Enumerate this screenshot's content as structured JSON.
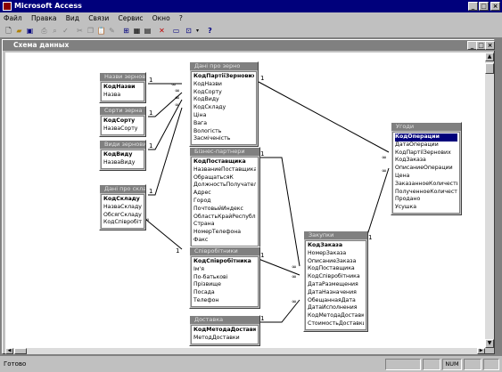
{
  "app": {
    "title": "Microsoft Access"
  },
  "menu": [
    "Файл",
    "Правка",
    "Вид",
    "Связи",
    "Сервис",
    "Окно",
    "?"
  ],
  "window": {
    "title": "Схема данных"
  },
  "tables": [
    {
      "id": "nazvy",
      "title": "Назви зернових",
      "fields": [
        {
          "name": "КодНазви",
          "key": true
        },
        {
          "name": "Назва"
        }
      ]
    },
    {
      "id": "sorty",
      "title": "Сорти зерна",
      "fields": [
        {
          "name": "КодСорту",
          "key": true
        },
        {
          "name": "НазваСорту"
        }
      ]
    },
    {
      "id": "vydy",
      "title": "Види зернових",
      "fields": [
        {
          "name": "КодВиду",
          "key": true
        },
        {
          "name": "НазваВиду"
        }
      ]
    },
    {
      "id": "sklady",
      "title": "Дані про склади",
      "fields": [
        {
          "name": "КодСкладу",
          "key": true
        },
        {
          "name": "НазваСкладу"
        },
        {
          "name": "ОбсягСкладу"
        },
        {
          "name": "КодСпівробітник"
        }
      ]
    },
    {
      "id": "zerno",
      "title": "Дані про зерно",
      "fields": [
        {
          "name": "КодПартіїЗернових",
          "key": true
        },
        {
          "name": "КодНазви"
        },
        {
          "name": "КодСорту"
        },
        {
          "name": "КодВиду"
        },
        {
          "name": "КодСкладу"
        },
        {
          "name": "Ціна"
        },
        {
          "name": "Вага"
        },
        {
          "name": "Вологість"
        },
        {
          "name": "Засміченість"
        }
      ]
    },
    {
      "id": "partnery",
      "title": "Бізнес-партнери",
      "fields": [
        {
          "name": "КодПоставщика",
          "key": true
        },
        {
          "name": "НазваниеПоставщика"
        },
        {
          "name": "ОбращатьсяК"
        },
        {
          "name": "ДолжностьПолучателя"
        },
        {
          "name": "Адрес"
        },
        {
          "name": "Город"
        },
        {
          "name": "ПочтовыйИндекс"
        },
        {
          "name": "ОбластьКрайРеспублика"
        },
        {
          "name": "Страна"
        },
        {
          "name": "НомерТелефона"
        },
        {
          "name": "Факс"
        }
      ]
    },
    {
      "id": "spivrob",
      "title": "Співробітники",
      "fields": [
        {
          "name": "КодСпівробітника",
          "key": true
        },
        {
          "name": "Ім'я"
        },
        {
          "name": "По-батькові"
        },
        {
          "name": "Прізвище"
        },
        {
          "name": "Посада"
        },
        {
          "name": "Телефон"
        }
      ]
    },
    {
      "id": "dostavka",
      "title": "Доставка",
      "fields": [
        {
          "name": "КодМетодаДоставки",
          "key": true
        },
        {
          "name": "МетодДоставки"
        }
      ]
    },
    {
      "id": "zakupki",
      "title": "Закупки",
      "fields": [
        {
          "name": "КодЗаказа",
          "key": true
        },
        {
          "name": "НомерЗаказа"
        },
        {
          "name": "ОписаниеЗаказа"
        },
        {
          "name": "КодПоставщика"
        },
        {
          "name": "КодСпівробітника"
        },
        {
          "name": "ДатаРазмещения"
        },
        {
          "name": "ДатаНазначения"
        },
        {
          "name": "ОбещаннаяДата"
        },
        {
          "name": "ДатаИсполнения"
        },
        {
          "name": "КодМетодаДоставки"
        },
        {
          "name": "СтоимостьДоставки"
        }
      ]
    },
    {
      "id": "ugody",
      "title": "Угоди",
      "fields": [
        {
          "name": "КодОперации",
          "key": true,
          "selected": true
        },
        {
          "name": "ДатаОперации"
        },
        {
          "name": "КодПартіїЗернових"
        },
        {
          "name": "КодЗаказа"
        },
        {
          "name": "ОписаниеОперации"
        },
        {
          "name": "Цена"
        },
        {
          "name": "ЗаказанноеКоличество"
        },
        {
          "name": "ПолученноеКоличество"
        },
        {
          "name": "Продано"
        },
        {
          "name": "Усушка"
        }
      ]
    }
  ],
  "status": {
    "text": "Готово",
    "num": "NUM"
  }
}
